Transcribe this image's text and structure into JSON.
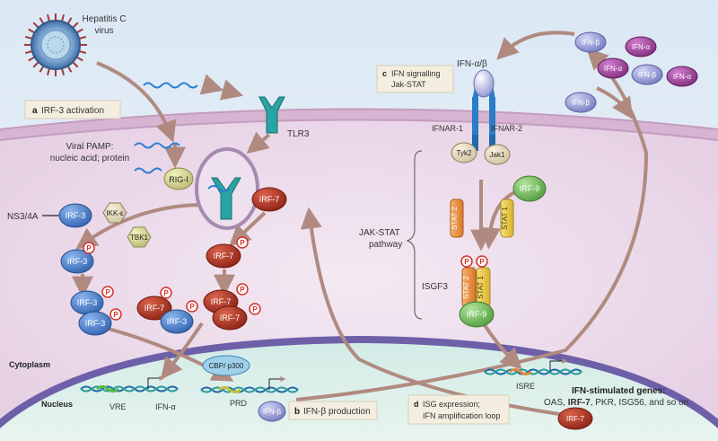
{
  "labels": {
    "hcv": [
      "Hepatitis C",
      "virus"
    ],
    "tlr3": "TLR3",
    "pamp": [
      "Viral PAMP:",
      "nucleic acid; protein"
    ],
    "rigi": "RIG-I",
    "ikke": "IKK-ε",
    "tbk1": "TBK1",
    "ns34a": "NS3/4A",
    "irf3": "IRF-3",
    "irf7": "IRF-7",
    "irf9": "IRF-9",
    "ifnab": "IFN-α/β",
    "ifnar1": "IFNAR-1",
    "ifnar2": "IFNAR-2",
    "tyk2": "Tyk2",
    "jak1": "Jak1",
    "stat1": "STAT 1",
    "stat2": "STAT 2",
    "jakstat_pathway": [
      "JAK-STAT",
      "pathway"
    ],
    "isgf3": "ISGF3",
    "cytoplasm": "Cytoplasm",
    "nucleus": "Nucleus",
    "cbp": "CBP/ p300",
    "vre": "VRE",
    "prd": "PRD",
    "isre": "ISRE",
    "ifn_alpha": "IFN-α",
    "ifn_beta": "IFN-β",
    "isg_title": "IFN-stimulated genes:",
    "isg_list": {
      "pre": "OAS, ",
      "bold": "IRF-7",
      "post": ", PKR, ISG56, and so on"
    },
    "phospho": "P"
  },
  "panels": {
    "a": {
      "letter": "a",
      "text": "IRF-3 activation"
    },
    "b": {
      "letter": "b",
      "text": "IFN-β production"
    },
    "c": {
      "letter": "c",
      "lines": [
        "IFN signalling",
        "Jak-STAT"
      ]
    },
    "d": {
      "letter": "d",
      "lines": [
        "ISG expression;",
        "IFN amplification loop"
      ]
    }
  },
  "colors": {
    "irf3": "#3b74c4",
    "irf7": "#a62e1e",
    "arrow": "#b08a80",
    "ifn_alpha": "#9a3b96",
    "ifn_beta": "#8a8fd0"
  }
}
